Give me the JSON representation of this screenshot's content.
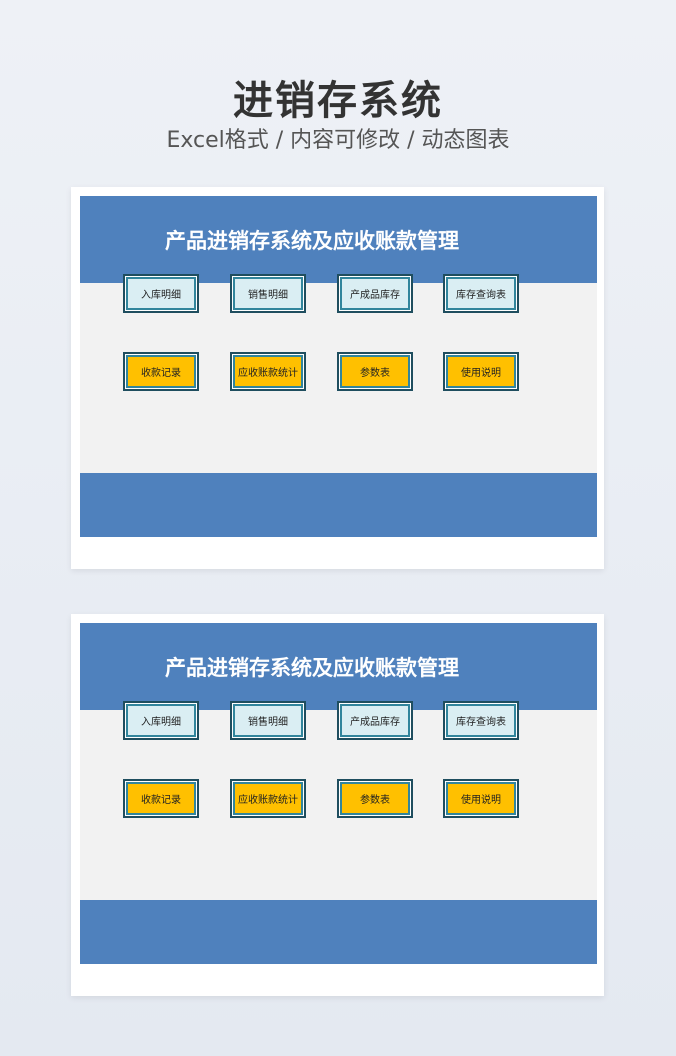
{
  "header": {
    "title": "进销存系统",
    "subtitle": "Excel格式 / 内容可修改 / 动态图表"
  },
  "panel": {
    "title": "产品进销存系统及应收账款管理",
    "buttons_row1": [
      "入库明细",
      "销售明细",
      "产成品库存",
      "库存查询表"
    ],
    "buttons_row2": [
      "收款记录",
      "应收账款统计",
      "参数表",
      "使用说明"
    ]
  },
  "colors": {
    "header_blue": "#4f81bd",
    "button_light": "#daeef3",
    "button_gold": "#ffc000",
    "border_teal": "#31859c"
  }
}
